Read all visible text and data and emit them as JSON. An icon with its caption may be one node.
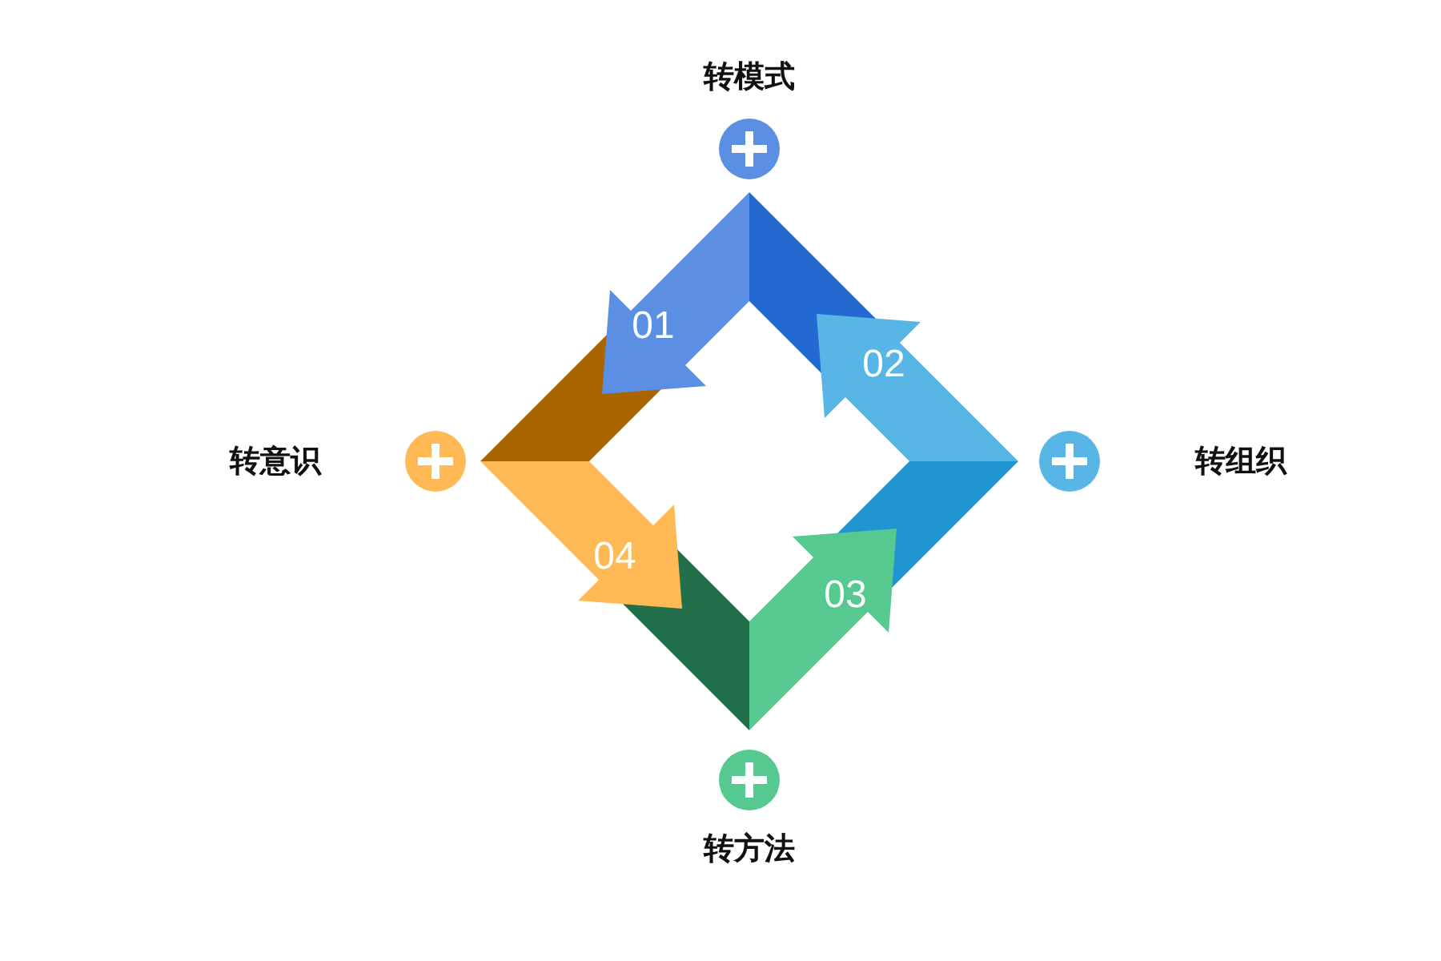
{
  "diagram": {
    "nodes": [
      {
        "text": [
          "01"
        ]
      },
      {
        "text": [
          "02"
        ]
      },
      {
        "text": [
          "03"
        ]
      },
      {
        "text": [
          "04"
        ]
      }
    ],
    "labels": [
      "转模式",
      "转意识",
      "转组织",
      "转方法"
    ]
  }
}
